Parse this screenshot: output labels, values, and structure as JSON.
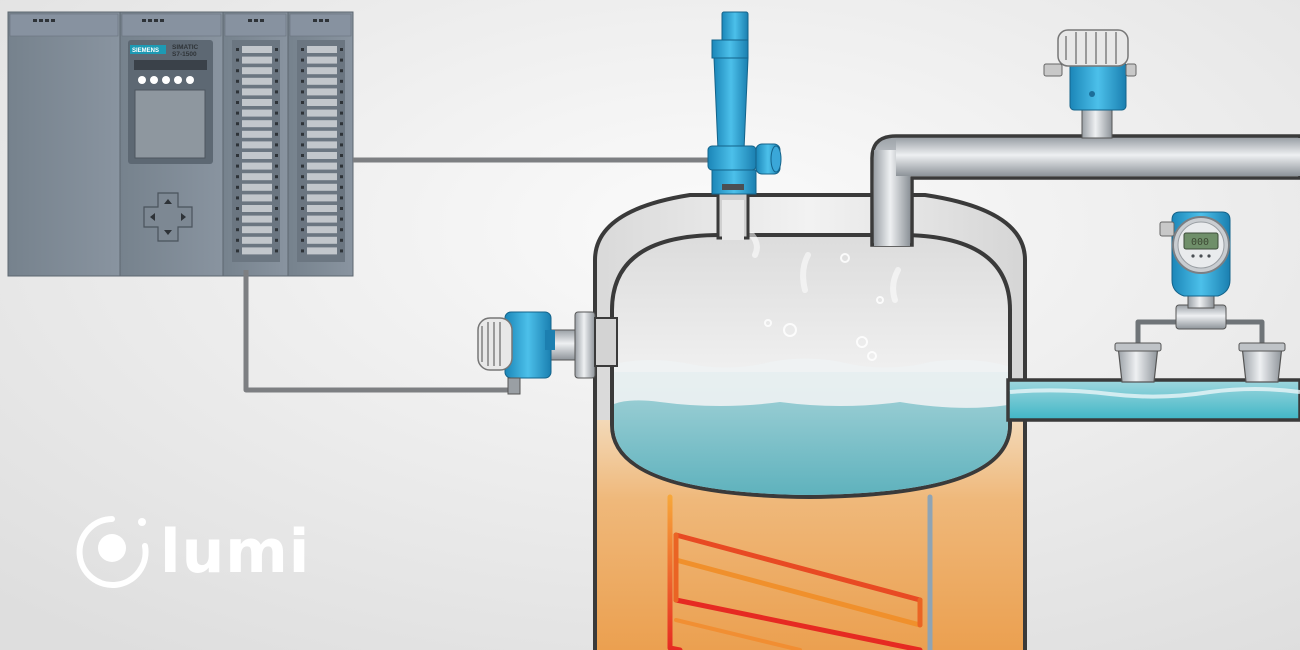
{
  "plc": {
    "brand": "SIEMENS",
    "model_line1": "SIMATIC",
    "model_line2": "S7-1500"
  },
  "transmitter": {
    "display": "000"
  },
  "logo": {
    "wordmark": "lumi"
  },
  "colors": {
    "background": "#ececec",
    "plc_body": "#7f8b96",
    "instrument_blue": "#2aa3d4",
    "steel_pipe": "#b9bec3",
    "water": "#7cc3cc",
    "heat_coil_hot": "#e62a22",
    "heat_coil_warm": "#f39a2a",
    "boiler_shell": "#e6e6e6"
  },
  "icons": [
    "plc-cpu-icon",
    "io-module-icon",
    "safety-valve-icon",
    "level-transmitter-icon",
    "temperature-sensor-icon",
    "pressure-transmitter-icon",
    "differential-pressure-transmitter-icon",
    "heating-coil-icon",
    "lumi-logo-icon"
  ]
}
